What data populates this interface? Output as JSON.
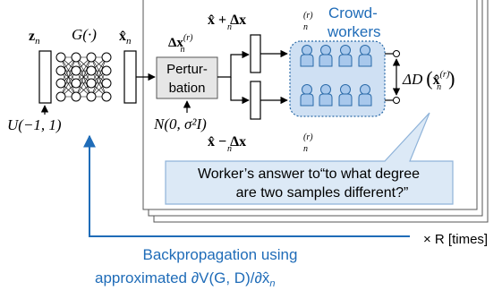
{
  "labels": {
    "z_n": "z",
    "z_n_sub": "n",
    "g_func": "G(·)",
    "xhat_n": "x̂",
    "xhat_sub": "n",
    "uniform": "U(−1, 1)",
    "delta_r": "Δx",
    "delta_r_sup": "(r)",
    "delta_r_sub": "n",
    "perturbation_line1": "Pertur-",
    "perturbation_line2": "bation",
    "noise": "N(0, σ²I)",
    "plus_sample": "x̂ + Δx",
    "minus_sample": "x̂ − Δx",
    "crowd_line1": "Crowd-",
    "crowd_line2": "workers",
    "distance": "ΔD",
    "distance_arg": "x̂",
    "callout_line1": "Worker’s answer to“to what degree",
    "callout_line2": "are two samples different?”",
    "times": "× R [times]",
    "backprop_line1": "Backpropagation using",
    "backprop_line2": "approximated ∂V(G, D)/∂x̂"
  },
  "colors": {
    "accent": "#1f6cb8",
    "worker_fill": "#a8c8ec",
    "callout_fill": "#dce9f6",
    "callout_border": "#8fb3d9",
    "workers_box_fill": "#cfe0f3"
  }
}
